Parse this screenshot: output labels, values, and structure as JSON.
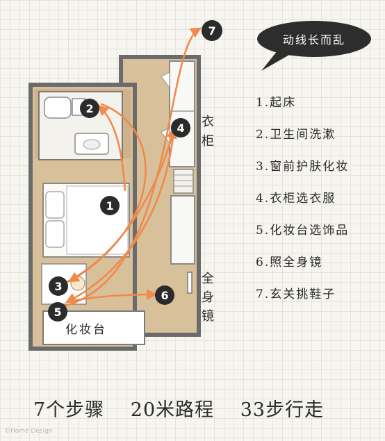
{
  "speech_bubble": "动线长而乱",
  "labels": {
    "wardrobe": "衣柜",
    "mirror": "全身镜",
    "vanity": "化妆台"
  },
  "steps": [
    "1.起床",
    "2.卫生间洗漱",
    "3.窗前护肤化妆",
    "4.衣柜选衣服",
    "5.化妆台选饰品",
    "6.照全身镜",
    "7.玄关挑鞋子"
  ],
  "markers": [
    "1",
    "2",
    "3",
    "4",
    "5",
    "6",
    "7"
  ],
  "summary": {
    "steps": "7个步骤",
    "distance": "20米路程",
    "walk": "33步行走"
  },
  "colors": {
    "route": "#ef8a4c",
    "marker": "#2b2b2b",
    "floor": "#d8c09a",
    "wall": "#6b6b6b"
  },
  "watermark": "©Home Design"
}
